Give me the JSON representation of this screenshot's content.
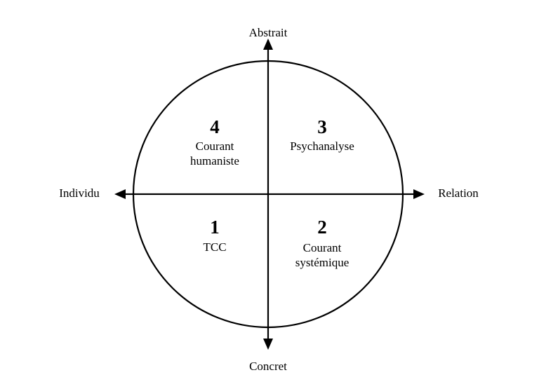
{
  "axes": {
    "top": "Abstrait",
    "bottom": "Concret",
    "left": "Individu",
    "right": "Relation"
  },
  "quadrants": {
    "top_left": {
      "number": "4",
      "line1": "Courant",
      "line2": "humaniste"
    },
    "top_right": {
      "number": "3",
      "line1": "Psychanalyse",
      "line2": ""
    },
    "bottom_left": {
      "number": "1",
      "line1": "TCC",
      "line2": ""
    },
    "bottom_right": {
      "number": "2",
      "line1": "Courant",
      "line2": "systémique"
    }
  },
  "colors": {
    "stroke": "#000000",
    "background": "#ffffff"
  }
}
